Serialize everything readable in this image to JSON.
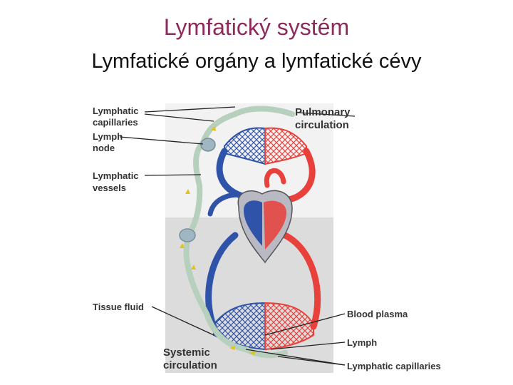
{
  "title": "Lymfatický systém",
  "subtitle": "Lymfatické orgány a lymfatické cévy",
  "labels": {
    "lymphatic_capillaries_top": [
      "Lymphatic",
      "capillaries"
    ],
    "lymph_node": [
      "Lymph",
      "node"
    ],
    "lymphatic_vessels": [
      "Lymphatic",
      "vessels"
    ],
    "pulmonary_circulation": [
      "Pulmonary",
      "circulation"
    ],
    "tissue_fluid": "Tissue fluid",
    "systemic_circulation": [
      "Systemic",
      "circulation"
    ],
    "blood_plasma": "Blood plasma",
    "lymph": "Lymph",
    "lymphatic_capillaries_bottom": "Lymphatic capillaries"
  },
  "colors": {
    "title": "#8c2a5c",
    "arterial": "#e8403a",
    "venous": "#2f53a8",
    "lymphatic": "#b7d0bd",
    "lymph_flow_arrow": "#e3c21b",
    "panel_light": "#f2f2f2",
    "panel_dark": "#dcdcdc"
  }
}
